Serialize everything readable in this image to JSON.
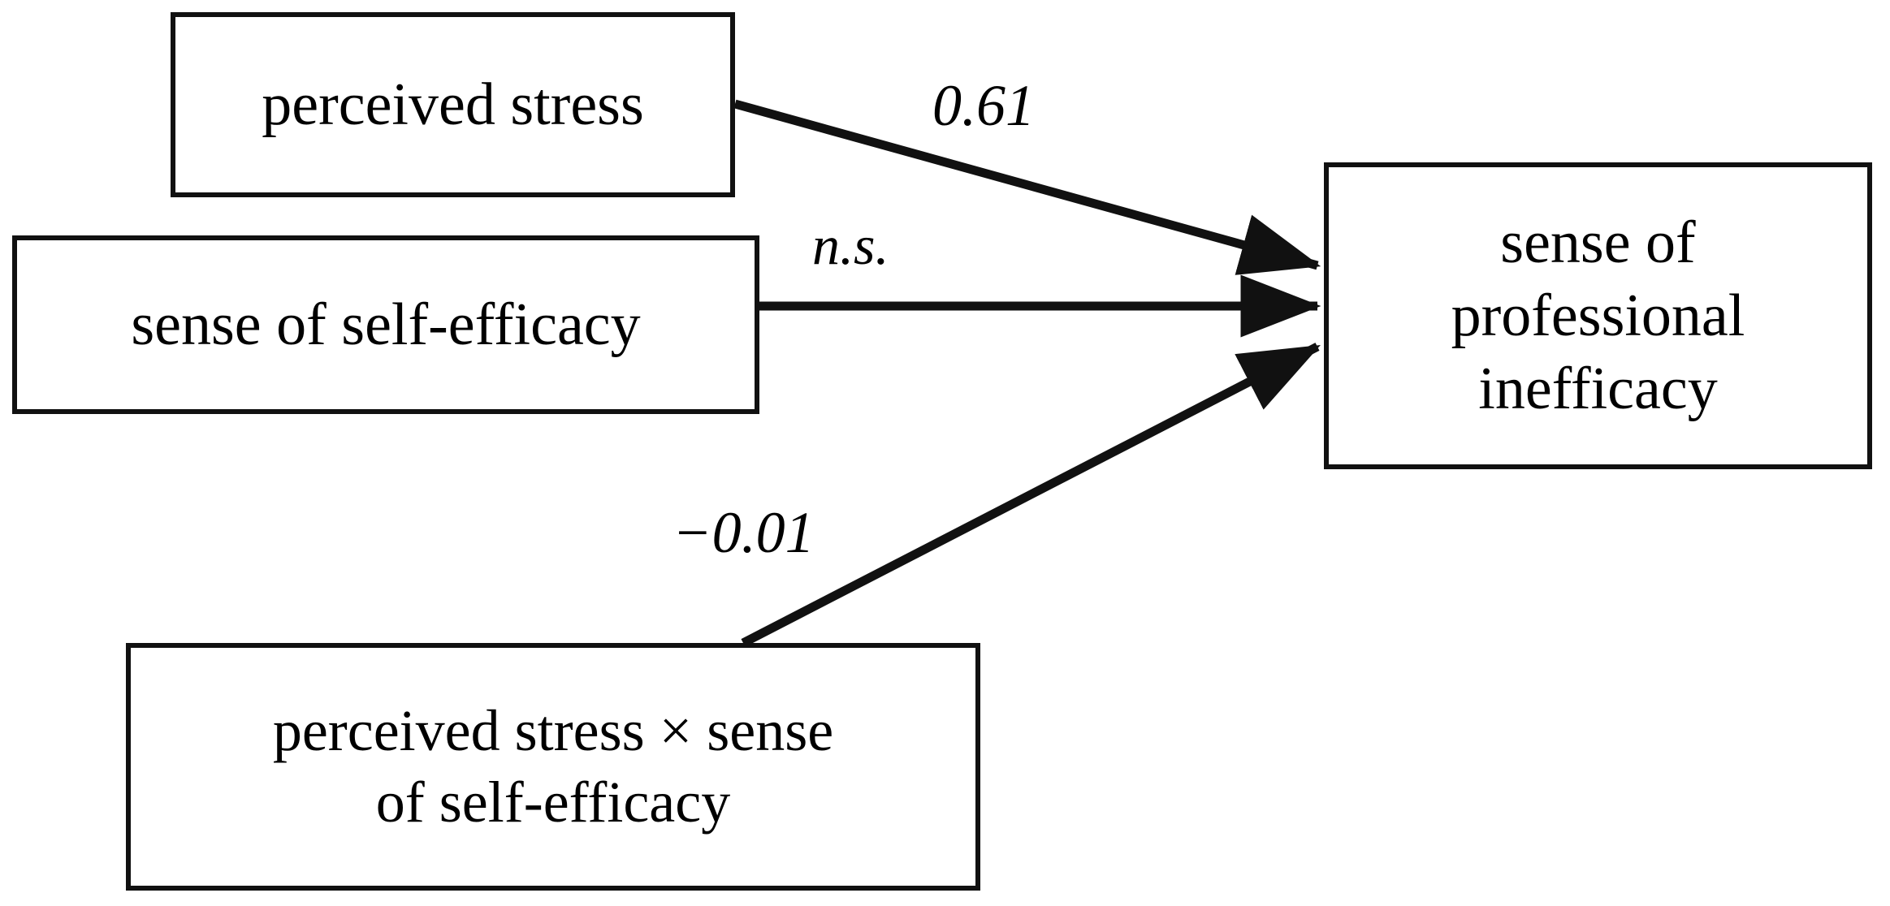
{
  "figure": {
    "type": "path-diagram",
    "background_color": "#ffffff",
    "line_color": "#111111",
    "text_color": "#000000"
  },
  "nodes": [
    {
      "id": "perceived-stress",
      "label": "perceived stress",
      "role": "predictor"
    },
    {
      "id": "self-efficacy",
      "label": "sense of self-efficacy",
      "role": "predictor"
    },
    {
      "id": "interaction",
      "label": "perceived stress × sense\nof self-efficacy",
      "role": "interaction-term"
    },
    {
      "id": "inefficacy",
      "label": "sense of\nprofessional\ninefficacy",
      "role": "outcome"
    }
  ],
  "edges": [
    {
      "id": "stress-to-inefficacy",
      "from": "perceived-stress",
      "to": "inefficacy",
      "label": "0.61",
      "significant": true
    },
    {
      "id": "efficacy-to-inefficacy",
      "from": "self-efficacy",
      "to": "inefficacy",
      "label": "n.s.",
      "significant": false
    },
    {
      "id": "interaction-to-inefficacy",
      "from": "interaction",
      "to": "inefficacy",
      "label": "−0.01",
      "significant": false
    }
  ],
  "icons": {
    "arrowhead": "arrowhead-icon",
    "multiplication_sign": "times-icon"
  }
}
